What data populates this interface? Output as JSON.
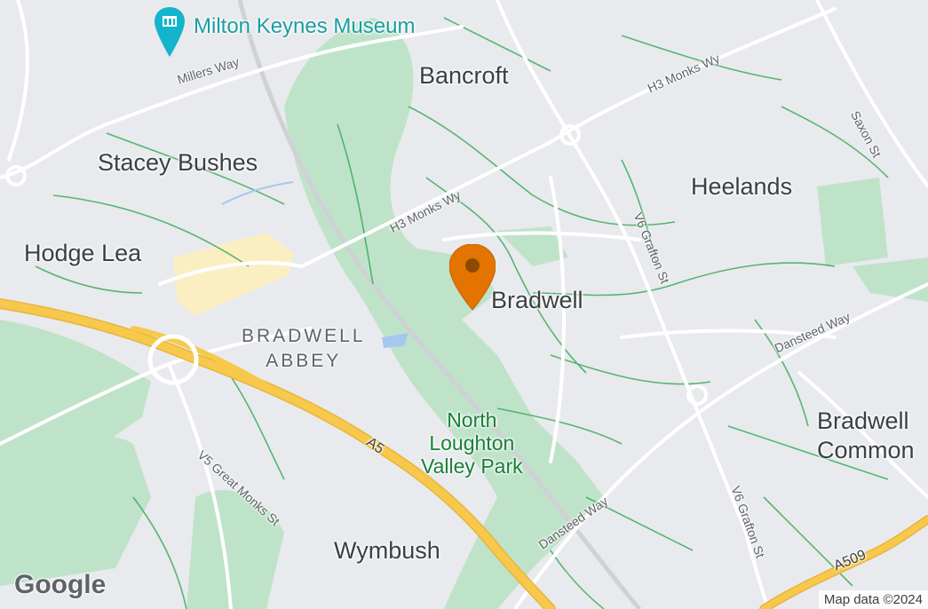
{
  "places": [
    {
      "text": "Bancroft"
    },
    {
      "text": "Stacey Bushes"
    },
    {
      "text": "Heelands"
    },
    {
      "text": "Hodge Lea"
    },
    {
      "text": "Bradwell"
    },
    {
      "text": "Bradwell\nCommon"
    },
    {
      "text": "Wymbush"
    }
  ],
  "district": "BRADWELL\nABBEY",
  "park": "North\nLoughton\nValley Park",
  "museum": {
    "name": "Milton Keynes Museum",
    "icon": "museum-icon"
  },
  "roads": {
    "millers_way": "Millers Way",
    "h3_monks_wy_1": "H3 Monks Wy",
    "h3_monks_wy_2": "H3 Monks Wy",
    "saxon_st": "Saxon St",
    "v6_grafton_st_1": "V6 Grafton St",
    "v6_grafton_st_2": "V6 Grafton St",
    "dansteed_way_1": "Dansteed Way",
    "dansteed_way_2": "Dansteed Way",
    "v5_great_monks_st": "V5 Great Monks St",
    "a5": "A5",
    "a509": "A509"
  },
  "marker": {
    "icon": "map-pin-icon",
    "color": "#e37400"
  },
  "logo": "Google",
  "attribution": "Map data ©2024",
  "colors": {
    "land": "#e8eaed",
    "park": "#bfe3c9",
    "major_road": "#f6c94c",
    "road": "#ffffff",
    "path": "#34a853",
    "industrial": "#fbefc2"
  }
}
